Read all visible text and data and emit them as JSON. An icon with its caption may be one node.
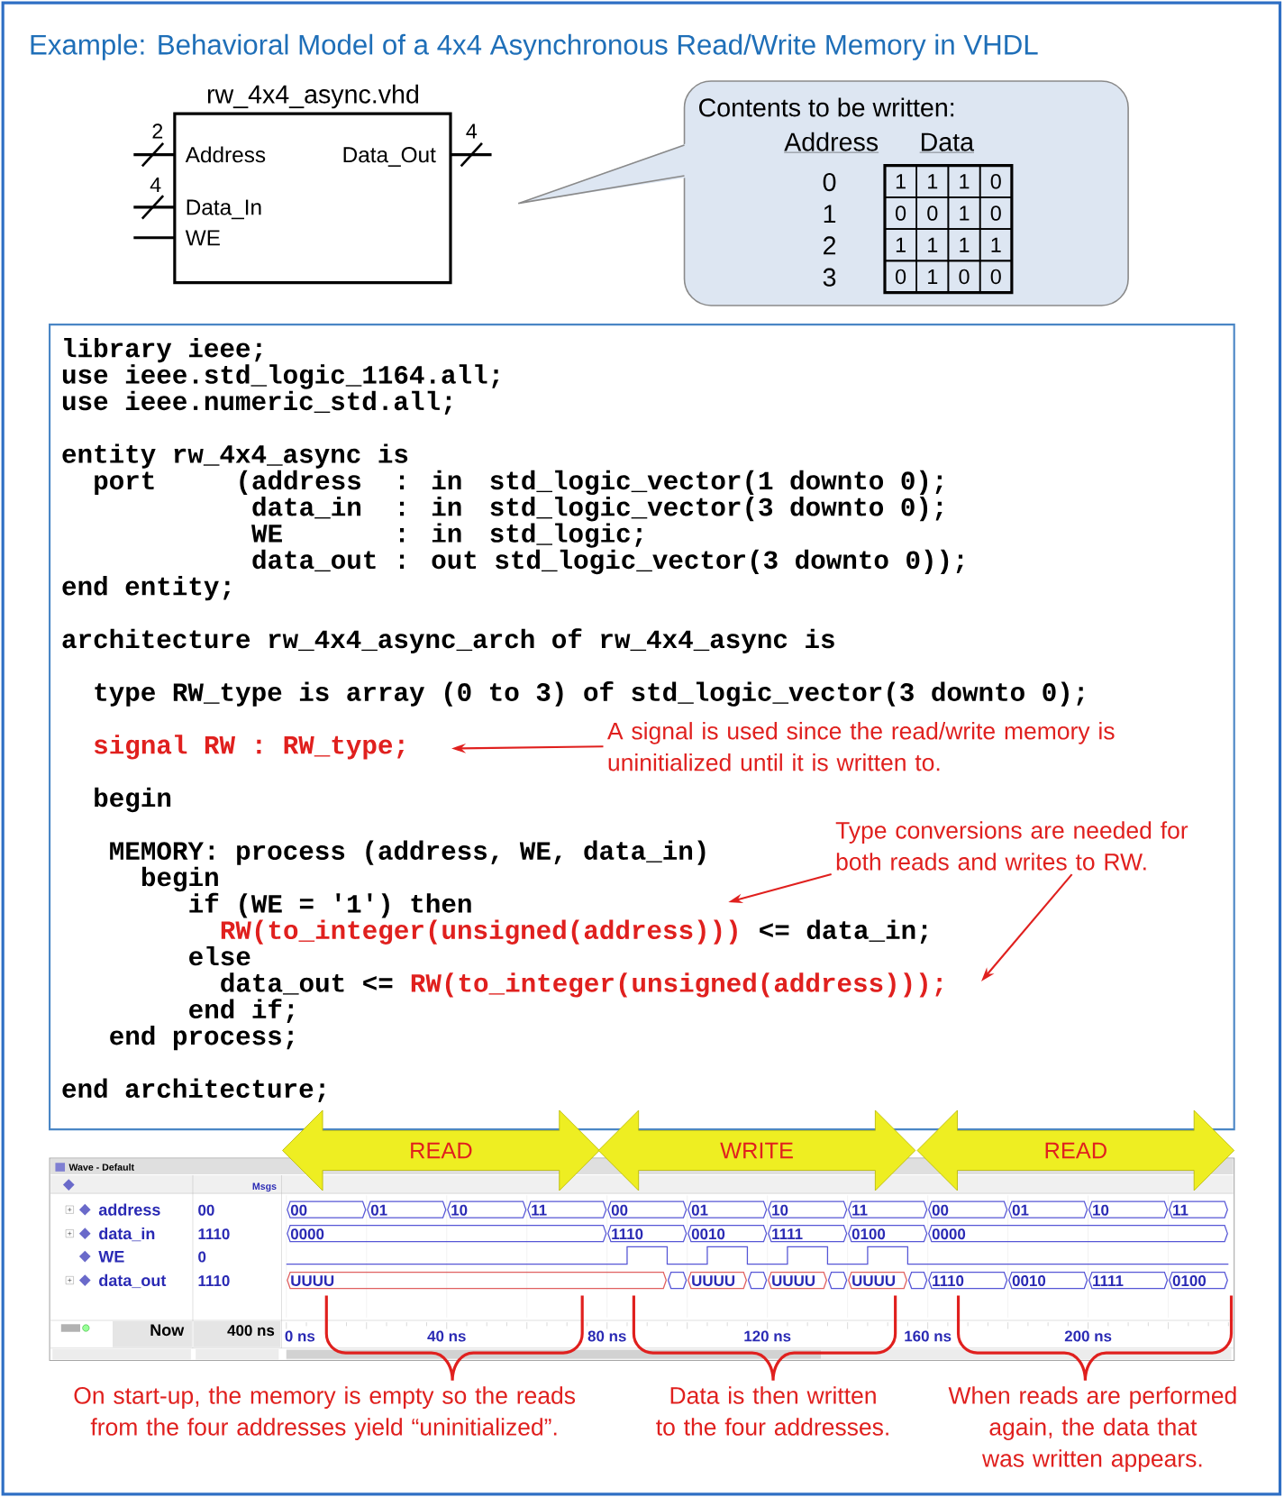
{
  "diagram": {
    "title": "Example: Behavioral Model of a 4x4 Asynchronous Read/Write Memory in VHDL",
    "nodes": [
      {
        "text": [
          "rw_4x4_async.vhd",
          "Address",
          "Data_Out",
          "Data_In",
          "WE"
        ],
        "beside": [
          "2",
          "4",
          "4"
        ]
      },
      {
        "text": [
          "Contents to be written:",
          "Address",
          "Data"
        ]
      },
      {
        "text": [
          "library ieee;",
          "use ieee.std_logic_1164.all;",
          "use ieee.numeric_std.all;",
          "entity rw_4x4_async is",
          "port",
          "(address",
          ": in",
          "std_logic_vector(1 downto 0);",
          "data_in",
          ": in",
          "std_logic_vector(3 downto 0);",
          "WE",
          ": in",
          "std_logic;",
          "data_out",
          ": out std_logic_vector(3 downto 0));",
          "end entity;",
          "architecture rw_4x4_async_arch of rw_4x4_async is",
          "type RW_type is array (0 to 3) of std_logic_vector(3 downto 0);",
          "signal RW : RW_type;",
          "begin",
          "MEMORY: process (address, WE, data_in)",
          "begin",
          "if (WE = '1') then",
          "RW(to_integer(unsigned(address)))",
          "<= data_in;",
          "else",
          "data_out <=",
          "RW(to_integer(unsigned(address)));",
          "end if;",
          "end process;",
          "end architecture;"
        ]
      },
      {
        "text": [
          "A signal is used since the read/write memory is uninitialized until it is written to."
        ],
        "in": 2
      },
      {
        "text": [
          "Type conversions are needed for both reads and writes to RW."
        ],
        "in": 2
      },
      {
        "text": [
          "READ"
        ]
      },
      {
        "text": [
          "WRITE"
        ]
      },
      {
        "text": [
          "READ"
        ]
      }
    ],
    "edges": [
      {
        "from": 3,
        "to": null,
        "arrow": "to"
      },
      {
        "from": 4,
        "to": null,
        "arrow": "to"
      },
      {
        "from": 4,
        "to": null,
        "arrow": "to"
      }
    ],
    "labels": [
      "0",
      "1",
      "1",
      "1",
      "0",
      "1",
      "0",
      "0",
      "1",
      "0",
      "2",
      "1",
      "1",
      "1",
      "1",
      "3",
      "0",
      "1",
      "0",
      "0",
      "Wave - Default",
      "Msgs",
      "address",
      "00",
      "data_in",
      "1110",
      "WE",
      "0",
      "data_out",
      "1110",
      "00",
      "01",
      "10",
      "11",
      "00",
      "01",
      "10",
      "11",
      "00",
      "01",
      "10",
      "11",
      "0000",
      "1110",
      "0010",
      "1111",
      "0100",
      "0000",
      "UUUU",
      "UUUU",
      "UUUU",
      "UUUU",
      "1110",
      "0010",
      "1111",
      "0100",
      "Now",
      "400 ns",
      "0 ns",
      "40 ns",
      "80 ns",
      "120 ns",
      "160 ns",
      "200 ns",
      "On start-up, the memory is empty so the reads from the four addresses yield “uninitialized”.",
      "Data is then written to the four addresses.",
      "When reads are performed again, the data that was written appears."
    ]
  }
}
